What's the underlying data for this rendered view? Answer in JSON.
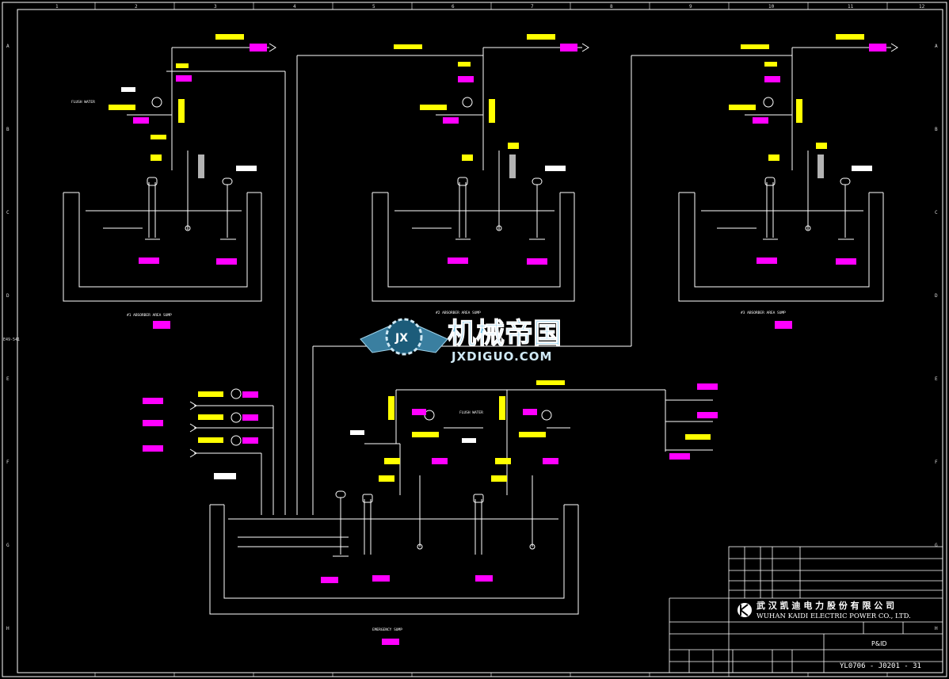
{
  "drawing": {
    "border_columns": [
      "1",
      "2",
      "3",
      "4",
      "5",
      "6",
      "7",
      "8",
      "9",
      "10",
      "11",
      "12"
    ],
    "border_rows": [
      "A",
      "B",
      "C",
      "D",
      "E",
      "F",
      "G",
      "H"
    ],
    "corner_note": "E49-541"
  },
  "watermark": {
    "cn_text": "机械帝国",
    "en_text": "JXDIGUO.COM",
    "badge_text": "JX"
  },
  "title_block": {
    "company_cn": "武 汉 凯 迪 电 力 股 份 有 限 公 司",
    "company_en": "WUHAN KAIDI ELECTRIC POWER CO., LTD.",
    "drawing_title": "P&ID",
    "drawing_number": "YL0706 - J0201 - 31"
  },
  "labels": {
    "pit_1": "#1 ABSORBER AREA SUMP",
    "pit_2": "#2 ABSORBER AREA SUMP",
    "pit_3": "#3 ABSORBER AREA SUMP",
    "pit_main": "EMERGENCY SUMP",
    "flush_water": "FLUSH WATER"
  }
}
